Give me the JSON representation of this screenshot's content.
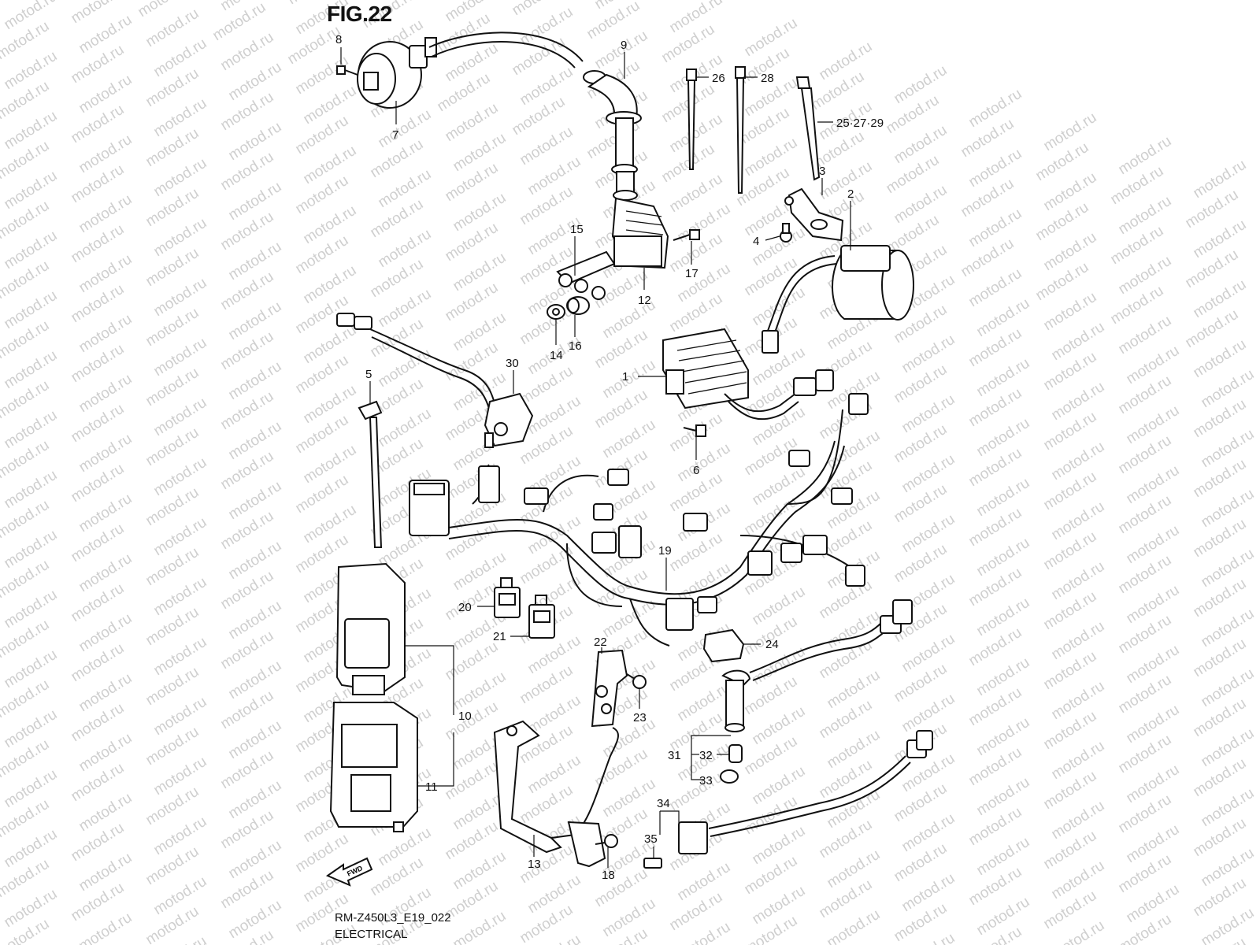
{
  "figure": {
    "title": "FIG.22",
    "code": "RM-Z450L3_E19_022",
    "caption": "ELECTRICAL"
  },
  "watermark": {
    "text": "motod.ru"
  },
  "fwd_arrow": {
    "label": "FWD"
  },
  "callouts": {
    "c1": "1",
    "c2": "2",
    "c3": "3",
    "c4": "4",
    "c5": "5",
    "c6": "6",
    "c7": "7",
    "c8": "8",
    "c9": "9",
    "c10": "10",
    "c11": "11",
    "c12": "12",
    "c13": "13",
    "c14": "14",
    "c15": "15",
    "c16": "16",
    "c17": "17",
    "c18": "18",
    "c19": "19",
    "c20": "20",
    "c21": "21",
    "c22": "22",
    "c23": "23",
    "c24": "24",
    "c25": "25·27·29",
    "c26": "26",
    "c28": "28",
    "c30": "30",
    "c31": "31",
    "c32": "32",
    "c33": "33",
    "c34": "34",
    "c35": "35"
  },
  "colors": {
    "ink": "#111111",
    "watermark": "#cfcfcf",
    "background": "#ffffff"
  }
}
